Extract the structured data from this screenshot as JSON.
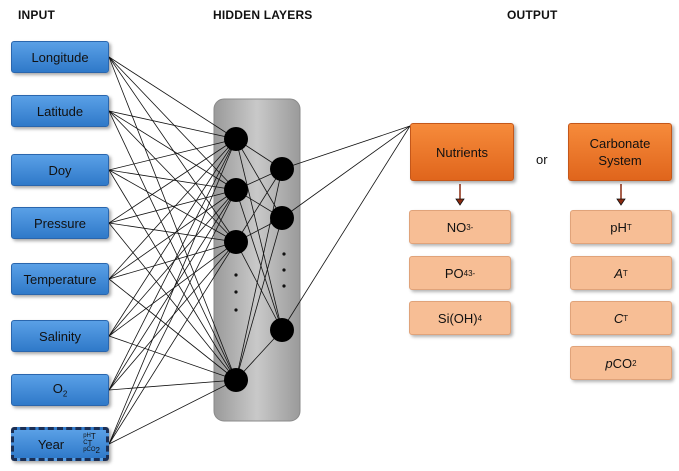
{
  "headings": {
    "input": "INPUT",
    "hidden": "HIDDEN LAYERS",
    "output": "OUTPUT"
  },
  "inputs": [
    "Longitude",
    "Latitude",
    "Doy",
    "Pressure",
    "Temperature",
    "Salinity",
    "O2",
    "Year"
  ],
  "year_sub": [
    "pHT",
    "CT",
    "pCO2"
  ],
  "outputs": {
    "nutrients": {
      "label": "Nutrients",
      "items": [
        "NO3-",
        "PO43-",
        "Si(OH)4"
      ]
    },
    "or_label": "or",
    "carbonate": {
      "label": "Carbonate System",
      "items": [
        "pHT",
        "AT",
        "CT",
        "pCO2"
      ]
    }
  },
  "colors": {
    "input": "#3a86d8",
    "output": "#f07a2b",
    "output_item": "#f7be95",
    "hidden_panel": "#a8a8a8",
    "node": "#000000"
  }
}
